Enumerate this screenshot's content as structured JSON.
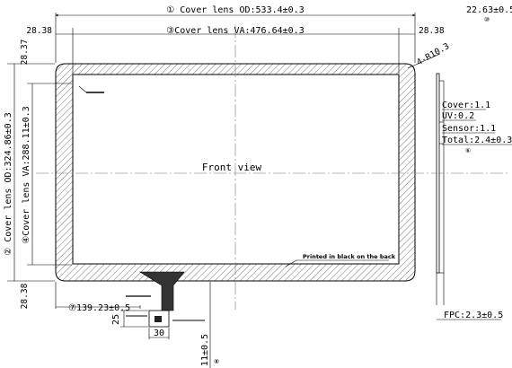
{
  "dims": {
    "cover_od_width": "① Cover lens OD:533.4±0.3",
    "cover_va_width": "③Cover lens VA:476.64±0.3",
    "left_margin": "28.38",
    "right_margin": "28.38",
    "top_margin": "28.37",
    "bottom_margin": "28.38",
    "cover_od_height": "② Cover lens OD:324.86±0.3",
    "cover_va_height": "④Cover lens VA:288.11±0.3",
    "corner_radius": "4-R10.3",
    "overall_width_ref": "22.63±0.5",
    "overall_width_ref_mark": "⑩",
    "fpc_offset": "⑦139.23±0.5",
    "fpc_tail_length": "25",
    "fpc_width": "30",
    "fpc_length": "11±0.5",
    "fpc_length_mark": "⑧"
  },
  "stack": {
    "cover": "Cover:1.1",
    "uv": "UV:0.2",
    "sensor": "Sensor:1.1",
    "total": "Total:2.4±0.3",
    "total_mark": "⑥",
    "fpc_thickness": "FPC:2.3±0.5"
  },
  "labels": {
    "front_view": "Front view",
    "printed_note": "Printed in black on the back"
  },
  "colors": {
    "line": "#000000",
    "hatch": "#555555",
    "center_line": "#777777"
  }
}
